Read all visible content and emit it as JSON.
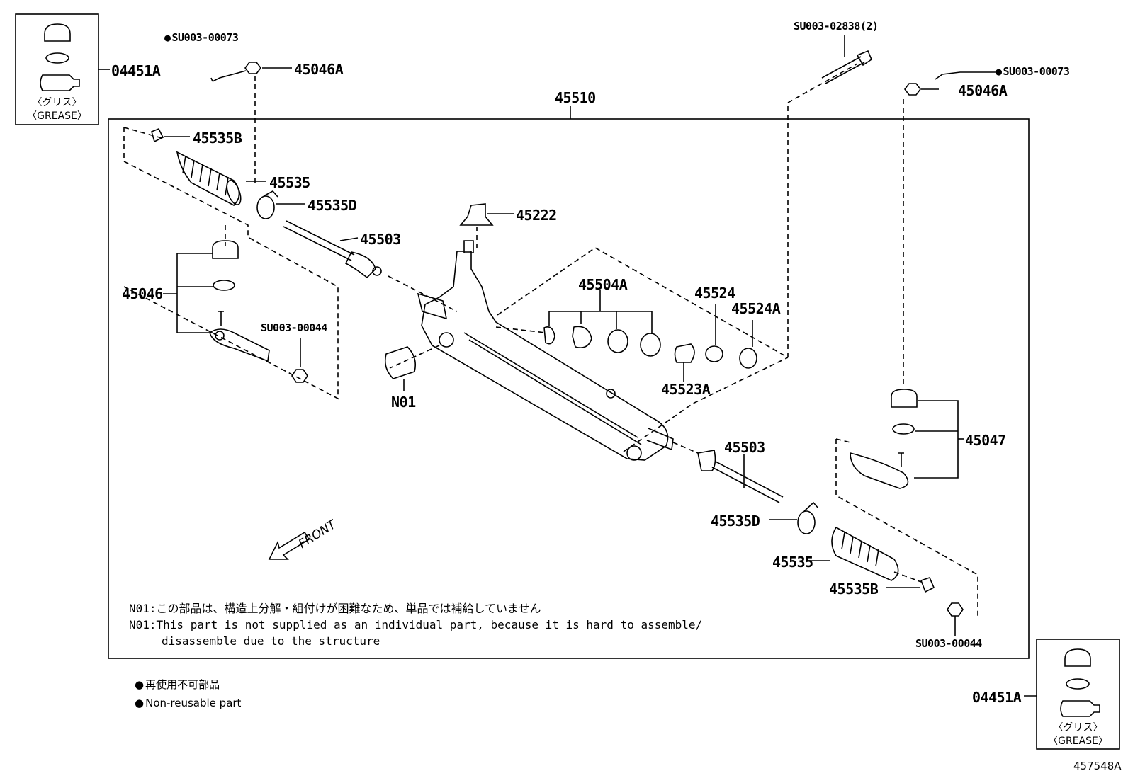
{
  "labels": {
    "main_assembly": "45510",
    "boot_clamp_b_left": "45535B",
    "boot_left": "45535",
    "boot_clamp_d_left": "45535D",
    "tie_rod_left": "45503",
    "tie_rod_end_left": "45046",
    "cotter_left": "SU003-00073",
    "nut_left": "45046A",
    "nut_small_left": "SU003-00044",
    "grease_kit_left": "04451A",
    "breather": "45222",
    "bushing_set": "45504A",
    "bushing_a": "45524",
    "bushing_b": "45524A",
    "plug": "45523A",
    "n01_part": "N01",
    "bolt": "SU003-02838(2)",
    "cotter_right": "SU003-00073",
    "nut_right": "45046A",
    "tie_rod_end_right": "45047",
    "tie_rod_right": "45503",
    "boot_clamp_d_right": "45535D",
    "boot_right": "45535",
    "boot_clamp_b_right": "45535B",
    "nut_small_right": "SU003-00044",
    "grease_kit_right": "04451A",
    "figure_code": "457548A",
    "front": "FRONT"
  },
  "grease_text": {
    "jp": "〈グリス〉",
    "en": "〈GREASE〉"
  },
  "notes": {
    "jp": "N01:この部品は、構造上分解・組付けが困難なため、単品では補給していません",
    "en1": "N01:This part is not supplied as an individual part, because it is hard to assemble/",
    "en2": "disassemble due to the structure"
  },
  "legend": {
    "jp": "再使用不可部品",
    "en": "Non-reusable part"
  }
}
